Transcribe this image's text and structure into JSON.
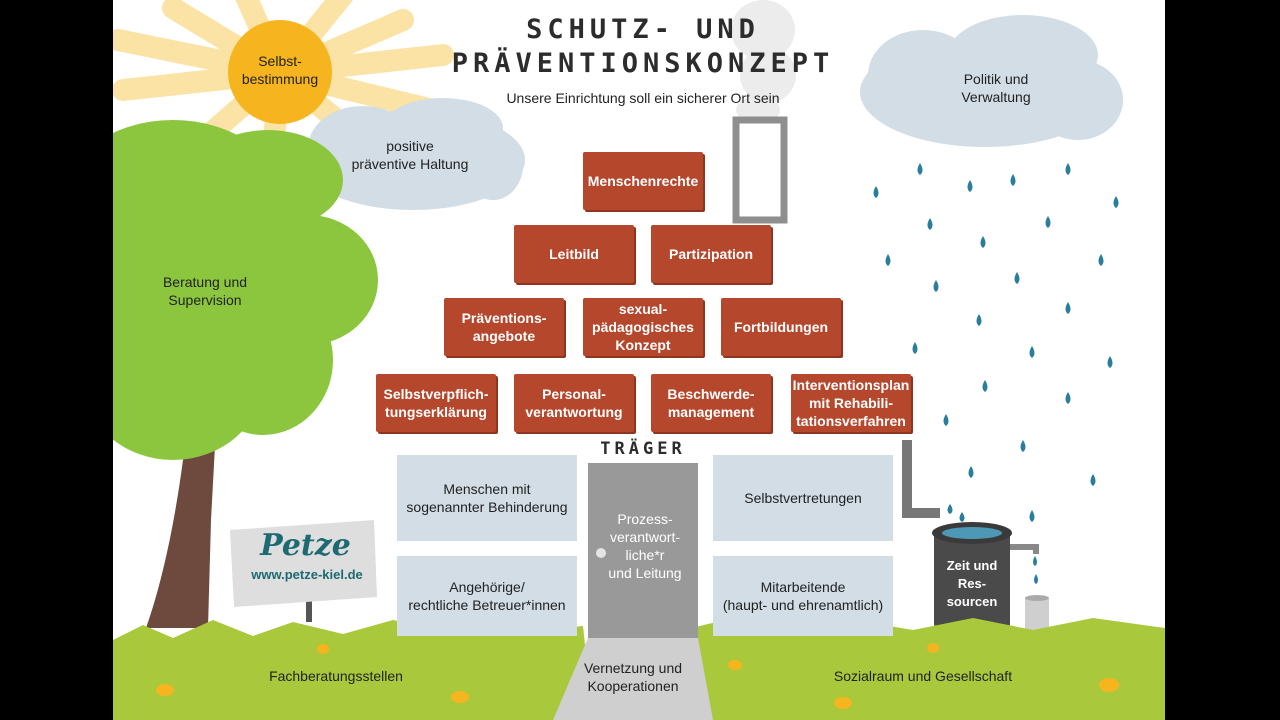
{
  "header": {
    "title_line1": "SCHUTZ- UND",
    "title_line2": "PRÄVENTIONSKONZEPT",
    "subtitle": "Unsere Einrichtung soll ein sicherer Ort sein"
  },
  "sun": {
    "label_line1": "Selbst-",
    "label_line2": "bestimmung"
  },
  "clouds": {
    "left": {
      "line1": "positive",
      "line2": "präventive Haltung"
    },
    "right": {
      "line1": "Politik und",
      "line2": "Verwaltung"
    }
  },
  "tree": {
    "line1": "Beratung und",
    "line2": "Supervision"
  },
  "sign": {
    "logo": "Petze",
    "url": "www.petze-kiel.de"
  },
  "bricks": {
    "r1": [
      {
        "line1": "Menschenrechte"
      }
    ],
    "r2": [
      {
        "line1": "Leitbild"
      },
      {
        "line1": "Partizipation"
      }
    ],
    "r3": [
      {
        "line1": "Präventions-",
        "line2": "angebote"
      },
      {
        "line1": "sexual-",
        "line2": "pädagogisches",
        "line3": "Konzept"
      },
      {
        "line1": "Fortbildungen"
      }
    ],
    "r4": [
      {
        "line1": "Selbstverpflich-",
        "line2": "tungserklärung"
      },
      {
        "line1": "Personal-",
        "line2": "verantwortung"
      },
      {
        "line1": "Beschwerde-",
        "line2": "management"
      },
      {
        "line1": "Interventionsplan",
        "line2": "mit Rehabili-",
        "line3": "tationsverfahren"
      }
    ]
  },
  "traeger": "TRÄGER",
  "panels": {
    "top_left": {
      "line1": "Menschen mit",
      "line2": "sogenannter Behinderung"
    },
    "bottom_left": {
      "line1": "Angehörige/",
      "line2": "rechtliche Betreuer*innen"
    },
    "top_right": {
      "line1": "Selbstvertretungen"
    },
    "bottom_right": {
      "line1": "Mitarbeitende",
      "line2": "(haupt- und ehrenamtlich)"
    }
  },
  "door": {
    "line1": "Prozess-",
    "line2": "verantwort-",
    "line3": "liche*r",
    "line4": "und Leitung"
  },
  "barrel": {
    "line1": "Zeit und",
    "line2": "Res-",
    "line3": "sourcen"
  },
  "ground": {
    "left": "Fachberatungsstellen",
    "path_line1": "Vernetzung und",
    "path_line2": "Kooperationen",
    "right": "Sozialraum und Gesellschaft"
  },
  "colors": {
    "brick": "#b5472d",
    "panel": "#d2dde5",
    "grass": "#a9c83c",
    "tree": "#8cc63f",
    "sun": "#f6b51e",
    "rain": "#2a7e9c",
    "cloud": "#d2dde5",
    "door": "#999999"
  }
}
